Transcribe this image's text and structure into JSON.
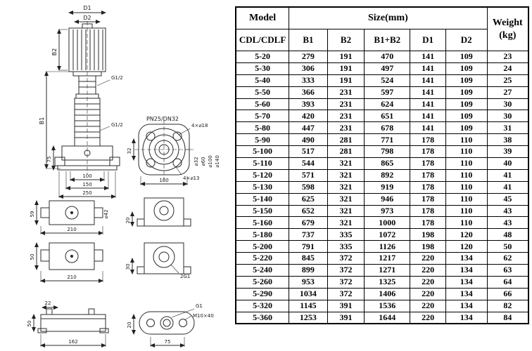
{
  "table": {
    "header": {
      "model": "Model",
      "model_sub": "CDL/CDLF",
      "size": "Size(mm)",
      "cols": [
        "B1",
        "B2",
        "B1+B2",
        "D1",
        "D2"
      ],
      "weight": "Weight",
      "weight_unit": "(kg)"
    },
    "rows": [
      [
        "5-20",
        279,
        191,
        470,
        141,
        109,
        23
      ],
      [
        "5-30",
        306,
        191,
        497,
        141,
        109,
        24
      ],
      [
        "5-40",
        333,
        191,
        524,
        141,
        109,
        25
      ],
      [
        "5-50",
        366,
        231,
        597,
        141,
        109,
        27
      ],
      [
        "5-60",
        393,
        231,
        624,
        141,
        109,
        30
      ],
      [
        "5-70",
        420,
        231,
        651,
        141,
        109,
        30
      ],
      [
        "5-80",
        447,
        231,
        678,
        141,
        109,
        31
      ],
      [
        "5-90",
        490,
        281,
        771,
        178,
        110,
        38
      ],
      [
        "5-100",
        517,
        281,
        798,
        178,
        110,
        39
      ],
      [
        "5-110",
        544,
        321,
        865,
        178,
        110,
        40
      ],
      [
        "5-120",
        571,
        321,
        892,
        178,
        110,
        41
      ],
      [
        "5-130",
        598,
        321,
        919,
        178,
        110,
        41
      ],
      [
        "5-140",
        625,
        321,
        946,
        178,
        110,
        45
      ],
      [
        "5-150",
        652,
        321,
        973,
        178,
        110,
        43
      ],
      [
        "5-160",
        679,
        321,
        1000,
        178,
        110,
        43
      ],
      [
        "5-180",
        737,
        335,
        1072,
        198,
        120,
        48
      ],
      [
        "5-200",
        791,
        335,
        1126,
        198,
        120,
        50
      ],
      [
        "5-220",
        845,
        372,
        1217,
        220,
        134,
        62
      ],
      [
        "5-240",
        899,
        372,
        1271,
        220,
        134,
        63
      ],
      [
        "5-260",
        953,
        372,
        1325,
        220,
        134,
        64
      ],
      [
        "5-290",
        1034,
        372,
        1406,
        220,
        134,
        66
      ],
      [
        "5-320",
        1145,
        391,
        1536,
        220,
        134,
        82
      ],
      [
        "5-360",
        1253,
        391,
        1644,
        220,
        134,
        84
      ]
    ],
    "cell_keys": [
      "model",
      "b1",
      "b2",
      "b1b2",
      "d1",
      "d2",
      "w"
    ]
  },
  "drawing": {
    "d1": "D1",
    "d2": "D2",
    "b1": "B1",
    "b2": "B2",
    "g12_a": "G1/2",
    "g12_b": "G1/2",
    "v75": "75",
    "v100": "100",
    "v150": "150",
    "v250": "250",
    "flange_title": "PN25/DN32",
    "holes18": "4×⌀18",
    "phi32": "⌀32",
    "phi60": "⌀60",
    "phi100": "⌀100",
    "phi140": "⌀140",
    "v32": "32",
    "v180": "180",
    "holes13": "4×⌀13",
    "v59": "59",
    "phi42": "⌀42",
    "v210a": "210",
    "v20a": "20",
    "v50a": "50",
    "v210b": "210",
    "v30": "30",
    "g2": "2G1",
    "v22": "22",
    "v50b": "50",
    "v162": "162",
    "g1": "G1",
    "m10": "M10×40",
    "v20b": "20",
    "v75b": "75"
  }
}
